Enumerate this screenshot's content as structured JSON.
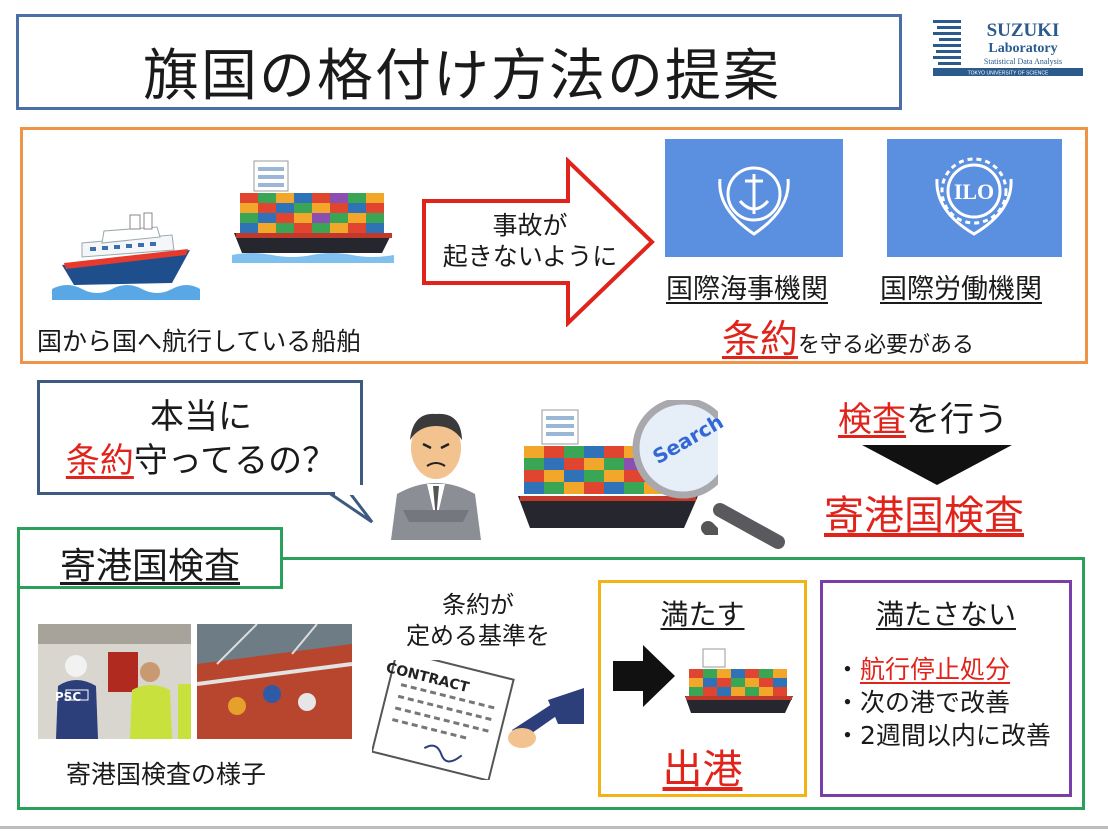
{
  "title": "旗国の格付け方法の提案",
  "logo": {
    "line1": "SUZUKI",
    "line2": "Laboratory",
    "line3": "Statistical Data Analysis",
    "line4": "TOKYO UNIVERSITY OF SCIENCE"
  },
  "top": {
    "ships_caption": "国から国へ航行している船舶",
    "arrow_text": [
      "事故が",
      "起きないように"
    ],
    "org1": "国際海事機関",
    "org2": "国際労働機関",
    "convention": "条約",
    "must_follow": "を守る必要がある"
  },
  "middle": {
    "bubble_line1": "本当に",
    "bubble_red": "条約",
    "bubble_rest": "守ってるの？",
    "search_word": "Search",
    "inspect_red": "検査",
    "inspect_rest": "を行う",
    "psc": "寄港国検査"
  },
  "bottom": {
    "tab": "寄港国検査",
    "photos_caption": "寄港国検査の様子",
    "psc_vest": "PSC",
    "contract_top": [
      "条約が",
      "定める基準を"
    ],
    "contract_label": "CONTRACT",
    "meet_title": "満たす",
    "depart": "出港",
    "notmeet_title": "満たさない",
    "notmeet_items": [
      "航行停止処分",
      "次の港で改善",
      "2週間以内に改善"
    ]
  },
  "colors": {
    "red": "#e0241b",
    "orange": "#ef9446",
    "green": "#2aa05a",
    "blue": "#4a6fa5",
    "yellow": "#f1b414",
    "purple": "#7a3ea8",
    "flag": "#5b8fe0"
  }
}
